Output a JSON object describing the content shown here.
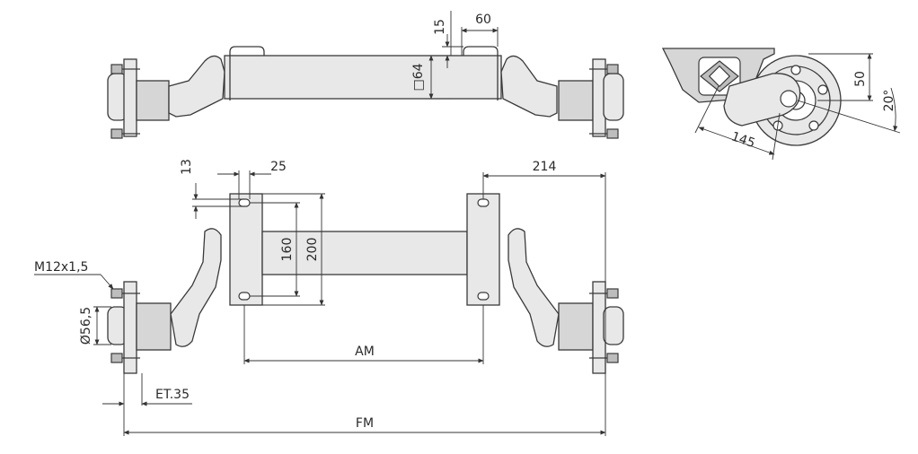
{
  "dimensions": {
    "d15": "15",
    "d60": "60",
    "d64": "□64",
    "d13": "13",
    "d25": "25",
    "d214": "214",
    "d160": "160",
    "d200": "200",
    "thread": "M12x1,5",
    "diam": "Ø56,5",
    "am": "AM",
    "et": "ET.35",
    "fm": "FM",
    "d50": "50",
    "d145": "145",
    "angle": "20°"
  }
}
